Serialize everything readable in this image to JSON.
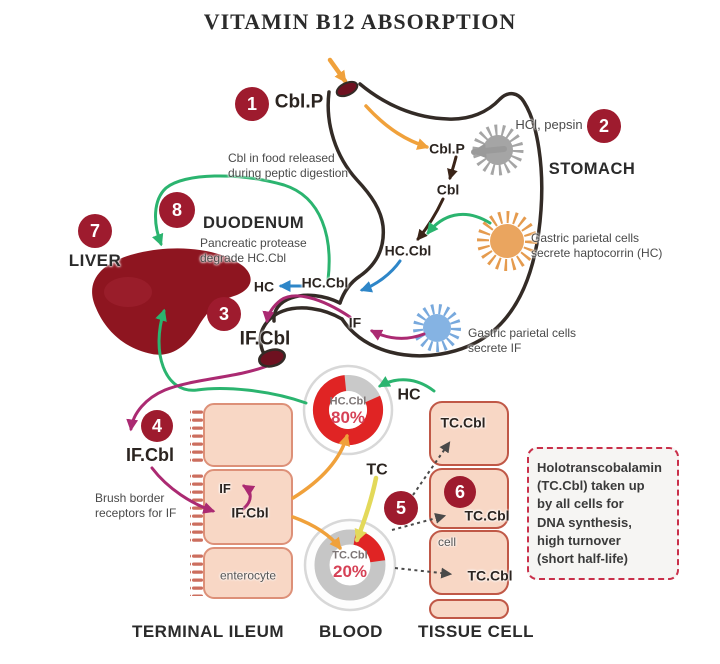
{
  "title": "VITAMIN B12 ABSORPTION",
  "colors": {
    "step_circle": "#9e1b2e",
    "red": "#d6252b",
    "orange": "#f0a13b",
    "green": "#2bb46f",
    "blue": "#2e86c8",
    "magenta": "#ab2a72",
    "yellow": "#e3d95a",
    "cell_fill": "#f8d7c5",
    "liver": "#8e1520"
  },
  "steps": {
    "s1": {
      "num": "1",
      "label": "Cbl.P"
    },
    "s2": {
      "num": "2",
      "label": "HCl, pepsin"
    },
    "s3": {
      "num": "3",
      "label": "IF.Cbl"
    },
    "s4": {
      "num": "4",
      "label": "IF.Cbl"
    },
    "s5": {
      "num": "5"
    },
    "s6": {
      "num": "6"
    },
    "s7": {
      "num": "7",
      "label": "LIVER"
    },
    "s8": {
      "num": "8",
      "label": "DUODENUM",
      "note": "Pancreatic protease\ndegrade HC.Cbl"
    }
  },
  "stomach": {
    "region": "STOMACH",
    "food_note": "Cbl in food released\nduring peptic digestion",
    "cblp": "Cbl.P",
    "cbl": "Cbl",
    "hccbl": "HC.Cbl",
    "hc_cells_note": "Gastric parietal cells\nsecrete haptocorrin (HC)",
    "if_cells_note": "Gastric parietal cells\nsecrete IF"
  },
  "duodenum": {
    "hc": "HC",
    "hccbl": "HC.Cbl",
    "if": "IF"
  },
  "ileum": {
    "footer": "TERMINAL ILEUM",
    "if": "IF",
    "ifcbl": "IF.Cbl",
    "enterocyte": "enterocyte",
    "brush_note": "Brush border\nreceptors for IF"
  },
  "blood": {
    "footer": "BLOOD",
    "hc": "HC",
    "tc": "TC",
    "donut_hc": {
      "label": "HC.Cbl",
      "pct": "80%",
      "value": 80
    },
    "donut_tc": {
      "label": "TC.Cbl",
      "pct": "20%",
      "value": 20
    }
  },
  "tissue": {
    "footer": "TISSUE CELL",
    "cell_word": "cell",
    "tccbl_top": "TC.Cbl",
    "tccbl_mid": "TC.Cbl",
    "tccbl_bottom": "TC.Cbl"
  },
  "infobox": {
    "text": "Holotranscobalamin\n(TC.Cbl) taken up\nby all cells for\nDNA synthesis,\nhigh turnover\n(short half-life)"
  }
}
